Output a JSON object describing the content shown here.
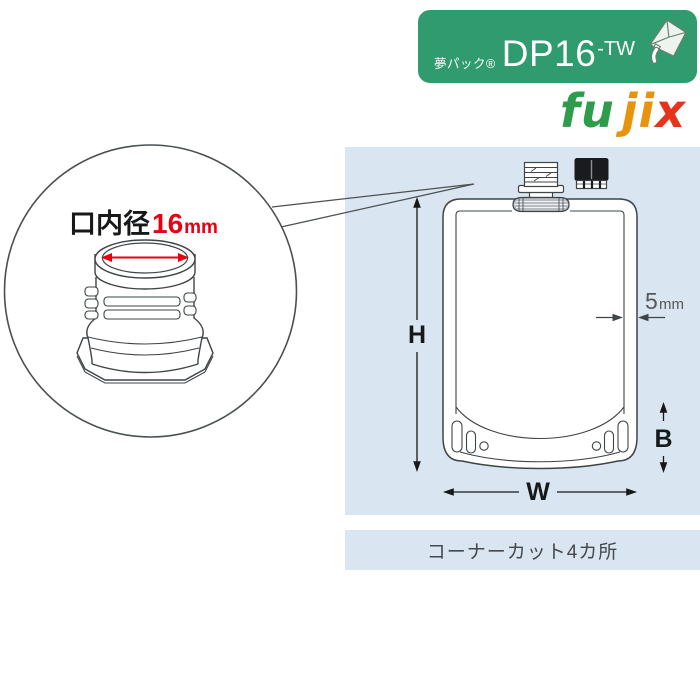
{
  "badge": {
    "bg_color": "#2f9b6e",
    "series_label": "夢パック®",
    "model": "DP16",
    "model_suffix": "-TW",
    "icon": "pouch-icon"
  },
  "logo": {
    "fu": "fu",
    "ji": "ji",
    "x": "x",
    "fu_color": "#2e9c4b",
    "ji_color": "#e8930c",
    "x_color": "#e6331a"
  },
  "magnifier": {
    "label": "口内径",
    "value": "16",
    "unit": "mm",
    "value_color": "#e60012"
  },
  "diagram": {
    "panel_color": "#d9e6f1",
    "line_color": "#3f4447",
    "height_label": "H",
    "width_label": "W",
    "bottom_label": "B",
    "seal_value": "5",
    "seal_unit": "mm"
  },
  "caption": {
    "text": "コーナーカット4カ所"
  }
}
